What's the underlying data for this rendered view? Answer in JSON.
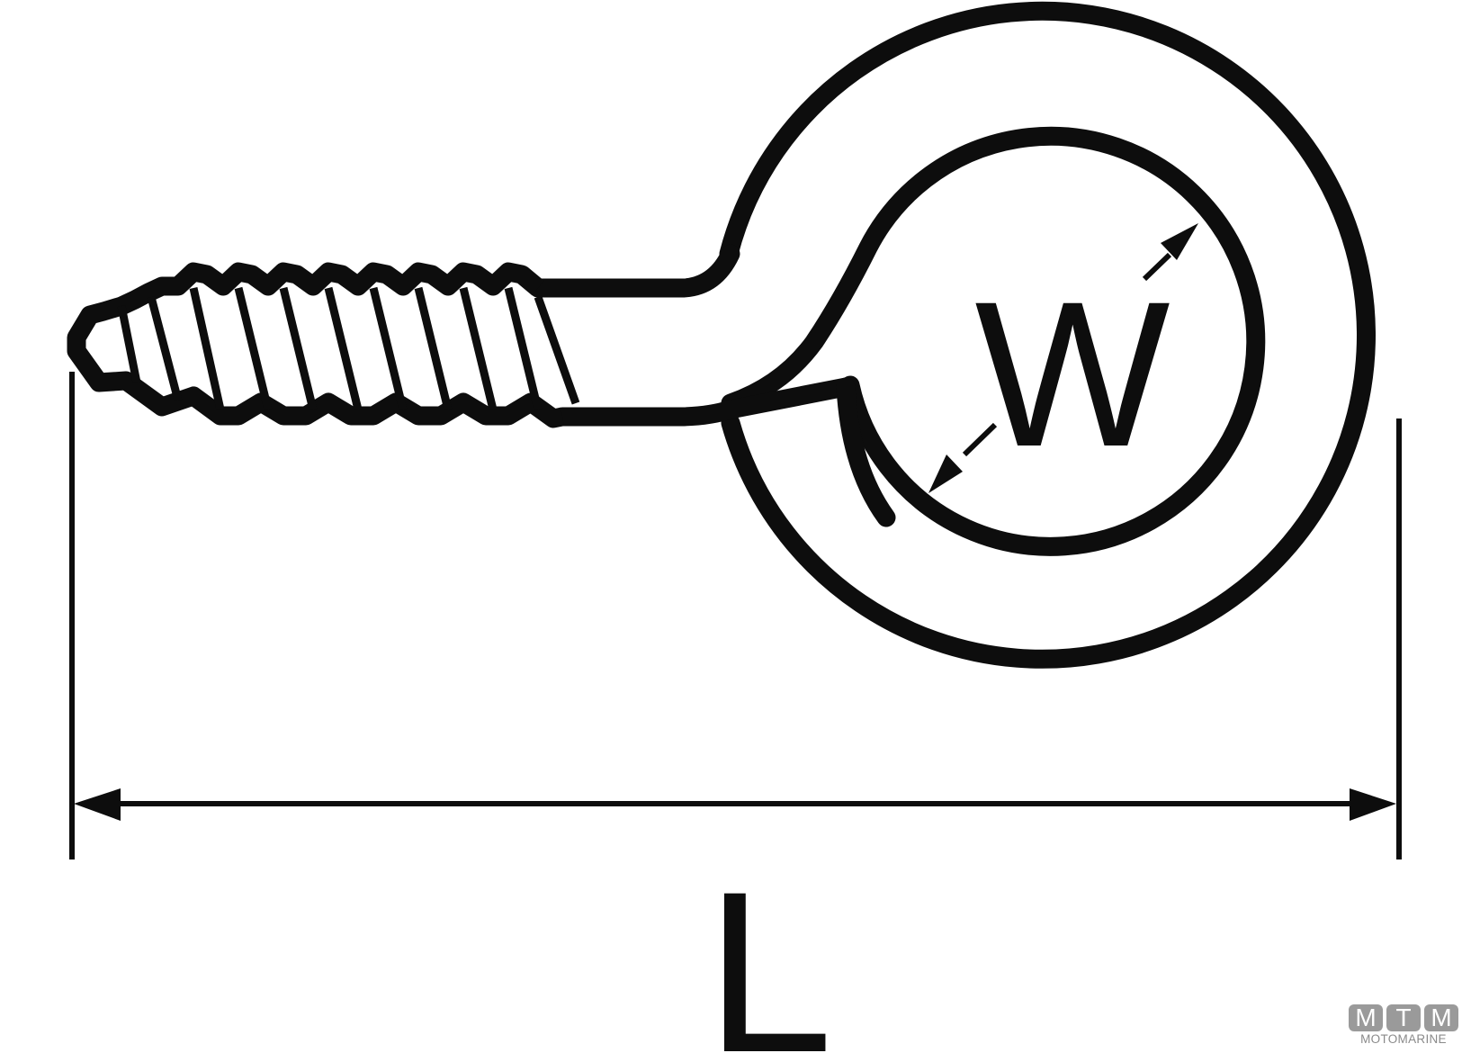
{
  "diagram": {
    "title": "Screw eye dimensions",
    "labels": {
      "width": "W",
      "length": "L"
    },
    "colors": {
      "line": "#0d0d0d",
      "background": "#ffffff",
      "logo": "#9a9a9a"
    }
  },
  "logo": {
    "letters": [
      "M",
      "T",
      "M"
    ],
    "subtitle": "MOTOMARINE"
  }
}
